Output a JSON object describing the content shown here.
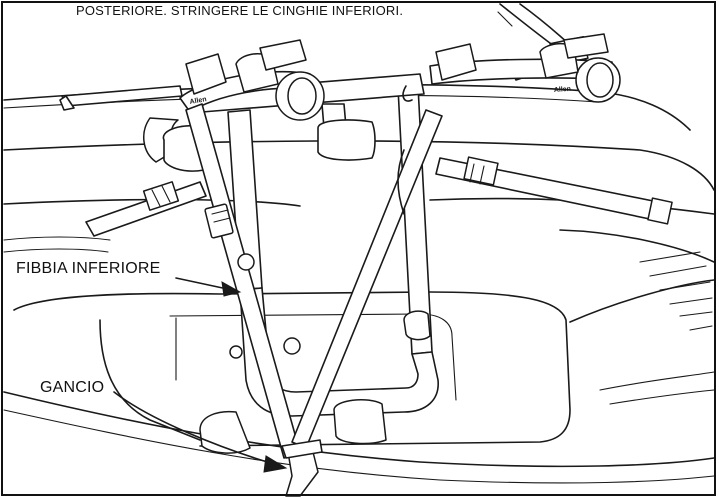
{
  "figure": {
    "caption_top": "POSTERIORE. STRINGERE LE CINGHIE INFERIORI.",
    "callouts": [
      {
        "id": "lower-buckle",
        "text": "FIBBIA INFERIORE"
      },
      {
        "id": "hook",
        "text": "GANCIO"
      }
    ],
    "brand_marks": [
      "Allen",
      "Allen"
    ]
  }
}
